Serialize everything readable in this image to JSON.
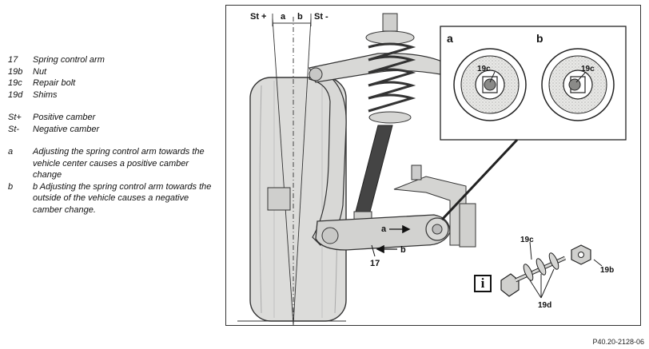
{
  "legend": {
    "items": [
      {
        "key": "17",
        "label": "Spring control arm"
      },
      {
        "key": "19b",
        "label": "Nut"
      },
      {
        "key": "19c",
        "label": "Repair bolt"
      },
      {
        "key": "19d",
        "label": "Shims"
      }
    ],
    "camber": [
      {
        "key": "St+",
        "label": "Positive camber"
      },
      {
        "key": "St-",
        "label": "Negative camber"
      }
    ],
    "notes": [
      {
        "key": "a",
        "text": "Adjusting the spring control arm towards the vehicle center causes a positive camber change"
      },
      {
        "key": "b",
        "text": "b Adjusting the spring control arm towards the outside of the vehicle causes a negative camber change."
      }
    ]
  },
  "figure": {
    "st_plus": "St +",
    "st_minus": "St -",
    "a": "a",
    "b": "b",
    "inset_a": "a",
    "inset_b": "b",
    "inset_a_bolt": "19c",
    "inset_b_bolt": "19c",
    "arm_label": "17",
    "arm_arrow_a": "a",
    "arm_arrow_b": "b",
    "bolt_19c": "19c",
    "nut_19b": "19b",
    "shims_19d": "19d",
    "info_icon": "i",
    "code": "P40.20-2128-06"
  },
  "colors": {
    "tire_fill": "#dededc",
    "line": "#222222"
  }
}
